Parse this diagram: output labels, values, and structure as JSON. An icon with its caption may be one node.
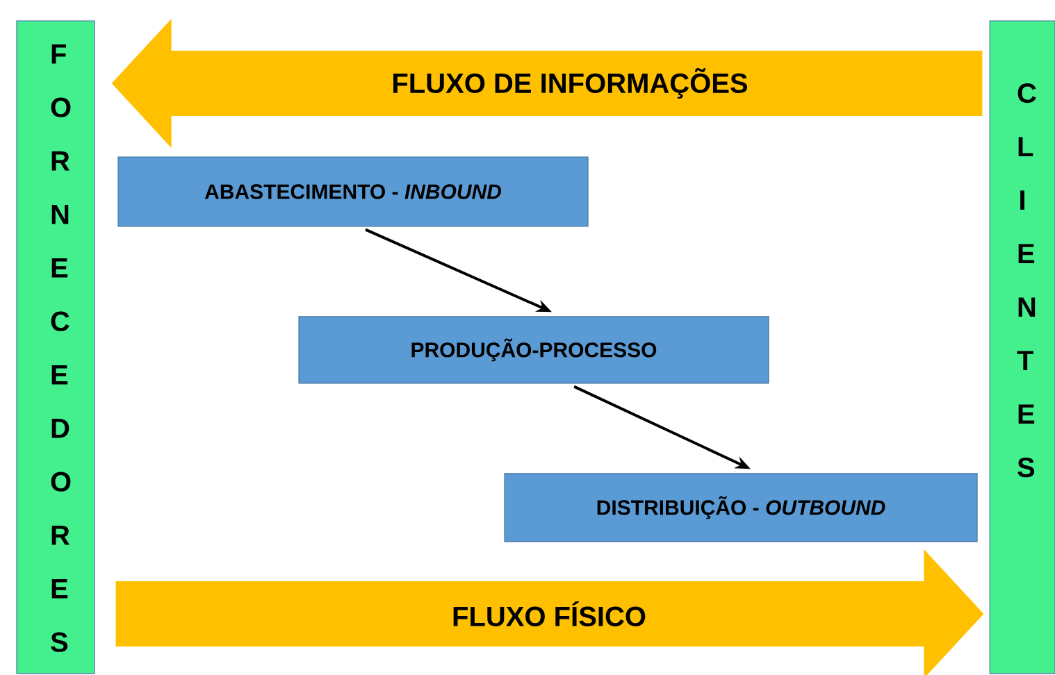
{
  "diagram": {
    "nodes": [
      {
        "text": [
          "FORNECEDORES"
        ]
      },
      {
        "text": [
          "CLIENTES"
        ]
      },
      {
        "text": [
          "ABASTECIMENTO - *INBOUND*"
        ]
      },
      {
        "text": [
          "PRODUÇÃO-PROCESSO"
        ]
      },
      {
        "text": [
          "DISTRIBUIÇÃO - *OUTBOUND*"
        ]
      }
    ],
    "edges": [
      {
        "from": 1,
        "to": 0,
        "arrow": "to",
        "label": "FLUXO DE INFORMAÇÕES",
        "style": "thick",
        "color": "#ffc000"
      },
      {
        "from": 0,
        "to": 1,
        "arrow": "to",
        "label": "FLUXO FÍSICO",
        "style": "thick",
        "color": "#ffc000"
      },
      {
        "from": 2,
        "to": 3,
        "arrow": "to",
        "color": "#000000"
      },
      {
        "from": 3,
        "to": 4,
        "arrow": "to",
        "color": "#000000"
      }
    ]
  }
}
